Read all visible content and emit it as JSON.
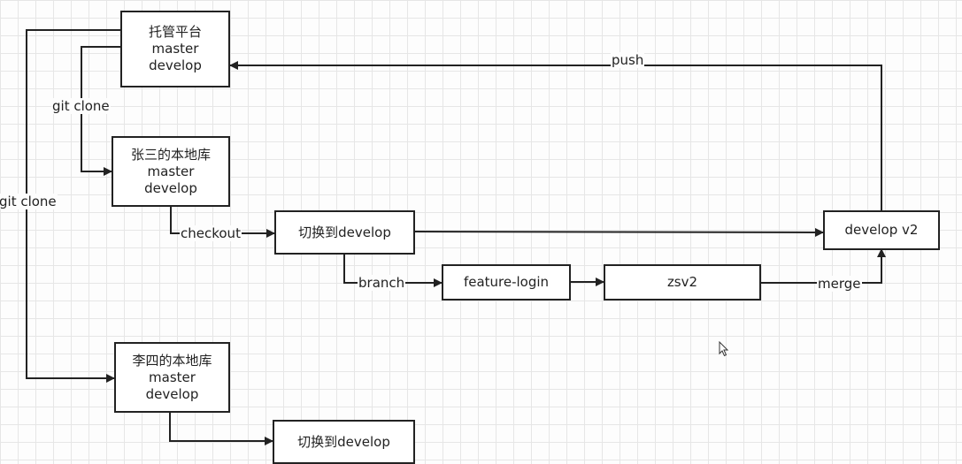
{
  "nodes": {
    "hosting": {
      "lines": [
        "托管平台",
        "master",
        "develop"
      ]
    },
    "zhangsan": {
      "lines": [
        "张三的本地库",
        "master",
        "develop"
      ]
    },
    "lisi": {
      "lines": [
        "李四的本地库",
        "master",
        "develop"
      ]
    },
    "switch_develop": {
      "text": "切换到develop"
    },
    "switch_develop_2": {
      "text": "切换到develop"
    },
    "develop_v2": {
      "text": "develop v2"
    },
    "feature_login": {
      "text": "feature-login"
    },
    "zsv2": {
      "text": "zsv2"
    }
  },
  "edge_labels": {
    "push": "push",
    "git_clone_zhangsan": "git clone",
    "git_clone_lisi": "git clone",
    "checkout": "checkout",
    "branch": "branch",
    "merge": "merge"
  }
}
